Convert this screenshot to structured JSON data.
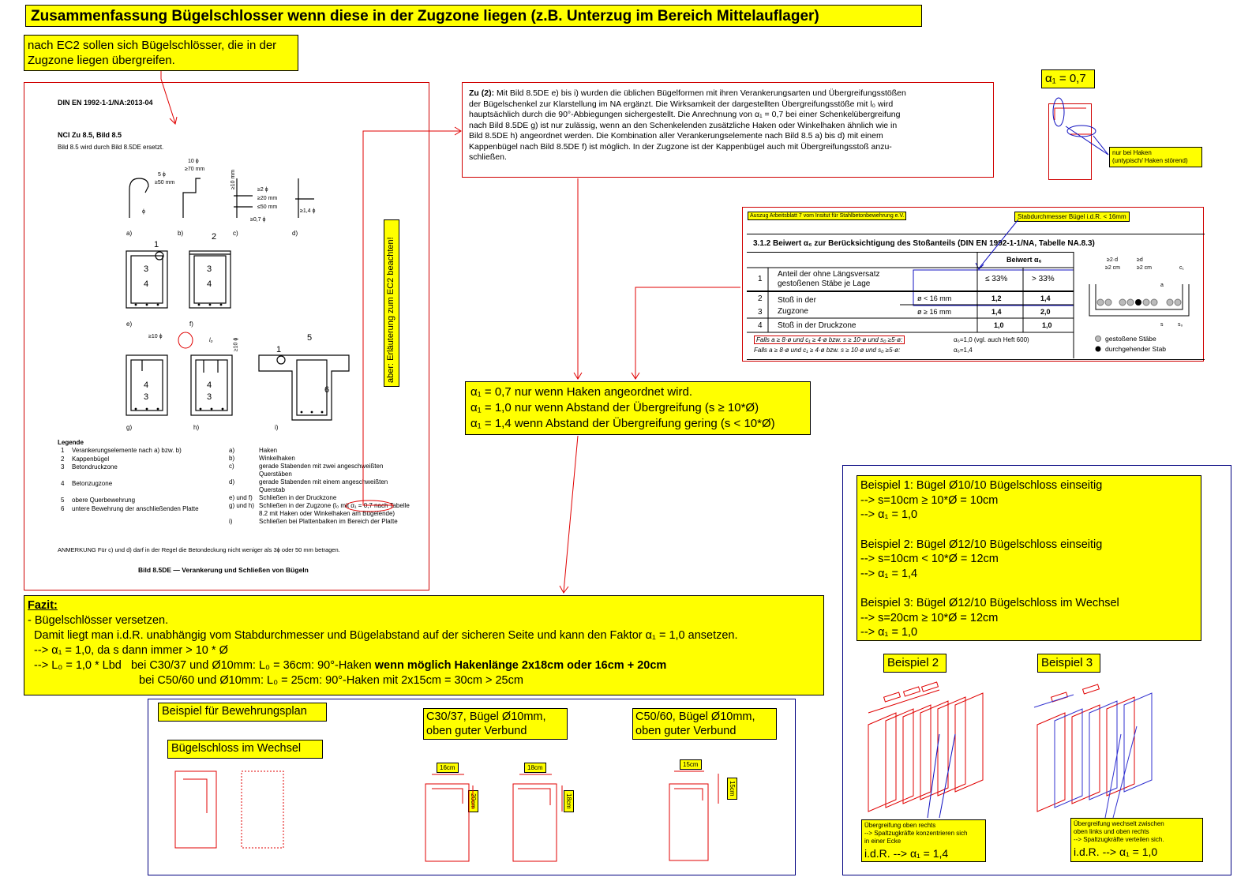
{
  "title": "Zusammenfassung Bügelschlosser wenn diese in der Zugzone liegen (z.B. Unterzug im Bereich Mittelauflager)",
  "ec2_note": [
    "nach EC2 sollen sich Bügelschlösser, die in der",
    "Zugzone liegen übergreifen."
  ],
  "din": {
    "header": "DIN EN 1992-1-1/NA:2013-04",
    "nci": "NCI Zu 8.5, Bild 8.5",
    "replace": "Bild 8.5 wird durch Bild 8.5DE ersetzt.",
    "fig_letters": [
      "a)",
      "b)",
      "c)",
      "d)",
      "e)",
      "f)",
      "g)",
      "h)",
      "i)"
    ],
    "dims": [
      "5 ϕ",
      "≥50 mm",
      "10 ϕ",
      "≥70 mm",
      "≥10 mm",
      "≥2 ϕ",
      "≥20 mm",
      "≤50 mm",
      "≥0,7 ϕ",
      "≥1,4 ϕ",
      "≥10 ϕ",
      "l₀",
      "≥10 ϕ",
      "ϕ"
    ],
    "numbers": [
      "1",
      "2",
      "3",
      "4",
      "5",
      "6"
    ],
    "vertical_note": "aber: Erläuterung zum EC2 beachten!",
    "legend_title": "Legende",
    "legend_left": [
      [
        "1",
        "Verankerungselemente nach a) bzw. b)"
      ],
      [
        "2",
        "Kappenbügel"
      ],
      [
        "3",
        "Betondruckzone"
      ],
      [
        "4",
        "Betonzugzone"
      ],
      [
        "5",
        "obere Querbewehrung"
      ],
      [
        "6",
        "untere Bewehrung der anschließenden Platte"
      ]
    ],
    "legend_right": [
      [
        "a)",
        "Haken"
      ],
      [
        "b)",
        "Winkelhaken"
      ],
      [
        "c)",
        "gerade Stabenden mit zwei angeschweißten Querstäben"
      ],
      [
        "d)",
        "gerade Stabenden mit einem angeschweißten Querstab"
      ],
      [
        "e) und f)",
        "Schließen in der Druckzone"
      ],
      [
        "g) und h)",
        "Schließen in der Zugzone (l₀ mit α₁ = 0,7 nach Tabelle 8.2 mit Haken oder Winkelhaken am Bügelende)"
      ],
      [
        "i)",
        "Schließen bei Plattenbalken im Bereich der Platte"
      ]
    ],
    "anmerkung": "ANMERKUNG     Für c) und d) darf in der Regel die Betondeckung nicht weniger als 3ϕ oder 50 mm betragen.",
    "caption": "Bild 8.5DE — Verankerung und Schließen von Bügeln"
  },
  "zu2": {
    "lead": "Zu (2):",
    "lines": [
      "Mit Bild 8.5DE e) bis i) wurden die üblichen Bügelformen mit ihren Verankerungsarten und Übergreifungsstößen",
      "der Bügelschenkel zur Klarstellung im NA ergänzt. Die Wirksamkeit der dargestellten Übergreifungsstöße mit l₀ wird",
      "hauptsächlich durch die 90°-Abbiegungen sichergestellt. Die Anrechnung von α₁ = 0,7 bei einer Schenkelübergreifung",
      "nach Bild 8.5DE g) ist nur zulässig, wenn an den Schenkelenden zusätzliche Haken oder Winkelhaken ähnlich wie in",
      "Bild 8.5DE h) angeordnet werden. Die Kombination aller Verankerungselemente nach Bild 8.5 a) bis d) mit einem",
      "Kappenbügel nach Bild 8.5DE f) ist möglich. In der Zugzone ist der Kappenbügel auch mit Übergreifungsstoß anzu-",
      "schließen."
    ]
  },
  "alpha07": "α₁ = 0,7",
  "haken_note": [
    "nur bei Haken",
    "(untypisch/ Haken störend)"
  ],
  "table": {
    "source": "Auszug Arbeitsblatt 7 vom Insitut für Stahlbetonbewehrung e.V.",
    "callout": "Stabdurchmesser Bügel i.d.R. < 16mm",
    "heading": "3.1.2   Beiwert α₆ zur Berücksichtigung des Stoßanteils (DIN EN 1992-1-1/NA, Tabelle NA.8.3)",
    "col_header": "Beiwert α₆",
    "sub_headers": [
      "≤ 33%",
      "> 33%"
    ],
    "rows": [
      {
        "n": "1",
        "label": "Anteil der ohne Längsversatz gestoßenen Stäbe je Lage",
        "cond": "",
        "a": "",
        "b": ""
      },
      {
        "n": "2",
        "label": "Stoß in der",
        "cond": "ø < 16 mm",
        "a": "1,2",
        "b": "1,4"
      },
      {
        "n": "3",
        "label": "Zugzone",
        "cond": "ø ≥ 16 mm",
        "a": "1,4",
        "b": "2,0"
      },
      {
        "n": "4",
        "label": "Stoß  in der Druckzone",
        "cond": "",
        "a": "1,0",
        "b": "1,0"
      }
    ],
    "foot1": "Falls a ≥ 8·ø und c₁ ≥ 4·ø bzw. s ≥ 10·ø und s₀ ≥5·ø:",
    "foot1_val": "α₆=1,0     (vgl. auch Heft 600)",
    "foot2": "Falls a ≥ 8·ø und c₁ ≥ 4·ø bzw. s ≥ 10·ø und s₀ ≥5·ø:",
    "foot2_val": "α₆=1,4",
    "fig_dims": [
      "≥2·d",
      "≥2 cm",
      "≥d",
      "≥2 cm",
      "c₁",
      "a",
      "s",
      "s₀"
    ],
    "legend": [
      "gestoßene Stäbe",
      "durchgehender Stab"
    ]
  },
  "alpha_rules": [
    "α₁ = 0,7 nur wenn Haken angeordnet wird.",
    "α₁ = 1,0 nur wenn Abstand der Übergreifung (s ≥ 10*Ø)",
    "α₁ = 1,4 wenn Abstand der Übergreifung gering (s < 10*Ø)"
  ],
  "beispiele": [
    [
      "Beispiel 1: Bügel Ø10/10 Bügelschloss einseitig",
      "--> s=10cm ≥ 10*Ø = 10cm",
      "--> α₁ = 1,0"
    ],
    [
      "Beispiel 2: Bügel Ø12/10 Bügelschloss einseitig",
      "--> s=10cm  < 10*Ø = 12cm",
      "--> α₁ = 1,4"
    ],
    [
      "Beispiel 3: Bügel Ø12/10 Bügelschloss im Wechsel",
      "--> s=20cm  ≥ 10*Ø = 12cm",
      "--> α₁ = 1,0"
    ]
  ],
  "fazit": {
    "title": "Fazit:",
    "l1": "- Bügelschlösser versetzen.",
    "l2": "  Damit liegt man i.d.R. unabhängig vom Stabdurchmesser und Bügelabstand auf der sicheren Seite und kann den Faktor α₁ = 1,0 ansetzen.",
    "l3": "  --> α₁ = 1,0, da s dann immer > 10 * Ø",
    "l4a": "  --> L₀ = 1,0 * Lbd   bei C30/37 und Ø10mm: L₀ = 36cm: 90°-Haken ",
    "l4b": "wenn möglich Hakenlänge 2x18cm oder 16cm + 20cm",
    "l5": "bei C50/60 und Ø10mm: L₀ = 25cm: 90°-Haken mit 2x15cm = 30cm > 25cm"
  },
  "plan": {
    "title": "Beispiel für Bewehrungsplan",
    "subtitle": "Bügelschloss im Wechsel",
    "c30": [
      "C30/37, Bügel Ø10mm,",
      "oben guter Verbund"
    ],
    "c50": [
      "C50/60, Bügel Ø10mm,",
      "oben guter Verbund"
    ],
    "dims": [
      "16cm",
      "20cm",
      "18cm",
      "18cm",
      "15cm",
      "15cm"
    ]
  },
  "bsp2": {
    "label": "Beispiel 2",
    "note": [
      "Übergreifung oben rechts",
      "--> Spaltzugkräfte konzentrieren sich",
      "in einer Ecke"
    ],
    "result": "i.d.R. --> α₁ = 1,4"
  },
  "bsp3": {
    "label": "Beispiel 3",
    "note": [
      "Übergreifung wechselt zwischen",
      "oben links und oben rechts",
      "--> Spaltzugkräfte verteilen sich."
    ],
    "result": "i.d.R. --> α₁ = 1,0"
  },
  "colors": {
    "yellow": "#ffff00",
    "red": "#e00000",
    "blue": "#1010c0",
    "navy": "#000080"
  }
}
